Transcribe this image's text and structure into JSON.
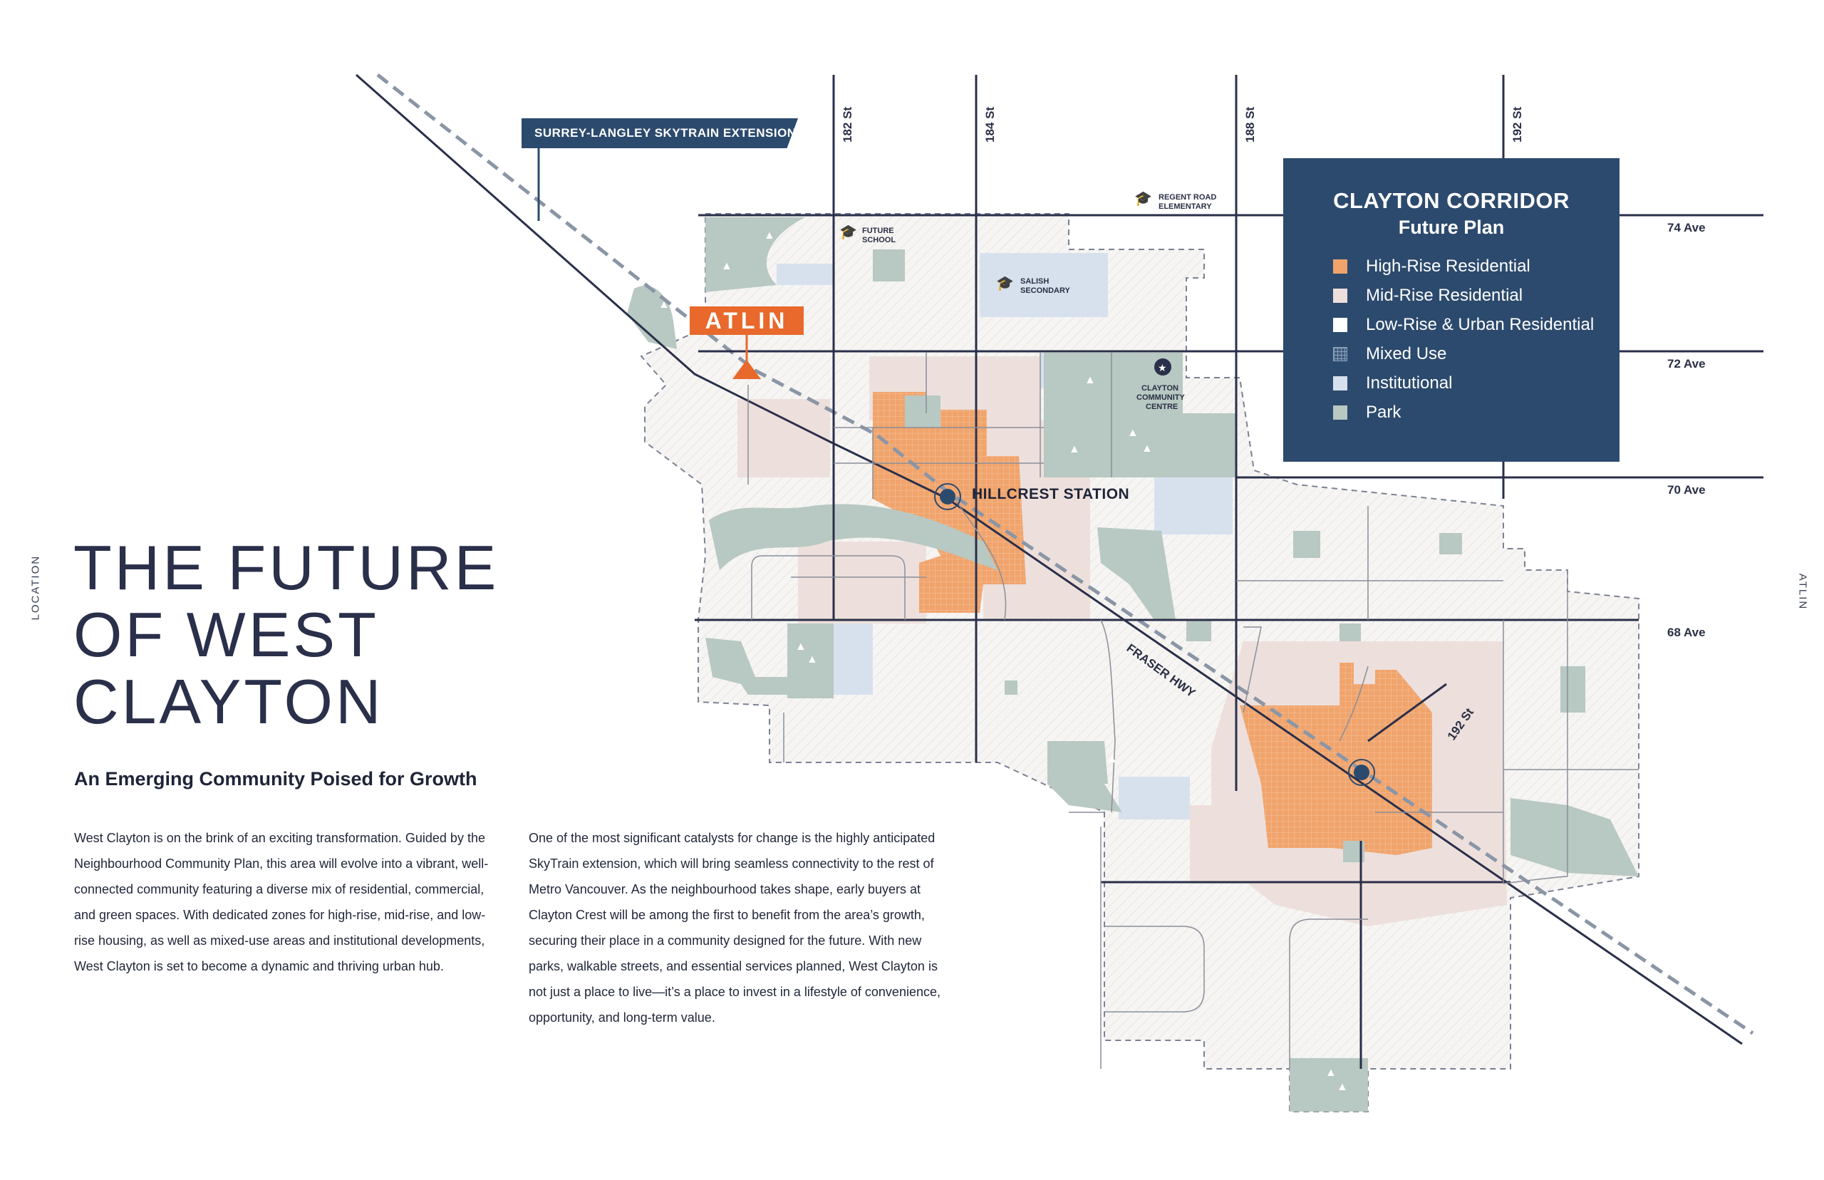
{
  "side_labels": {
    "left": "LOCATION",
    "right": "ATLIN"
  },
  "title": "THE FUTURE\nOF WEST\nCLAYTON",
  "subtitle": "An Emerging Community Poised for Growth",
  "paragraphs": [
    "West Clayton is on the brink of an exciting transformation. Guided by the Neighbourhood Community Plan, this area will evolve into a vibrant, well-connected community featuring a diverse mix of residential, commercial, and green spaces. With dedicated zones for high-rise, mid-rise, and low-rise housing, as well as mixed-use areas and institutional developments, West Clayton is set to become a dynamic and thriving urban hub.",
    "One of the most significant catalysts for change is the highly anticipated SkyTrain extension, which will bring seamless connectivity to the rest of Metro Vancouver. As the neighbourhood takes shape, early buyers at Clayton Crest will be among the first to benefit from the area’s growth, securing their place in a community designed for the future. With new parks, walkable streets, and essential services planned, West Clayton is not just a place to live—it’s a place to invest in a lifestyle of convenience, opportunity, and long-term value."
  ],
  "map": {
    "skytrain_label": "SURREY-LANGLEY SKYTRAIN EXTENSION",
    "atlin_label": "ATLIN",
    "station_label": "HILLCREST STATION",
    "streets": [
      "182 St",
      "184 St",
      "188 St",
      "192 St"
    ],
    "avenues": [
      "74 Ave",
      "72 Ave",
      "70 Ave",
      "68 Ave"
    ],
    "road_labels": {
      "highway": "FRASER HWY",
      "diagonal_street": "192 St"
    },
    "pois": {
      "future_school": [
        "FUTURE",
        "SCHOOL"
      ],
      "regent_road": [
        "REGENT ROAD",
        "ELEMENTARY"
      ],
      "salish": [
        "SALISH",
        "SECONDARY"
      ],
      "community_centre": [
        "CLAYTON",
        "COMMUNITY",
        "CENTRE"
      ]
    },
    "colors": {
      "high_rise": "#f0a46c",
      "mid_rise": "#ede0dc",
      "low_rise": "#f6f5f3",
      "institutional": "#d7e1ee",
      "park": "#b8c8c2",
      "road": "#2a2f4a",
      "navy": "#2c4a6d",
      "orange": "#e8692b"
    }
  },
  "legend": {
    "title": "CLAYTON CORRIDOR",
    "subtitle": "Future Plan",
    "items": [
      {
        "label": "High-Rise Residential",
        "color": "#f0a46c"
      },
      {
        "label": "Mid-Rise Residential",
        "color": "#ede0dc"
      },
      {
        "label": "Low-Rise & Urban Residential",
        "color": "#ffffff"
      },
      {
        "label": "Mixed Use",
        "color": "#3f5c7e"
      },
      {
        "label": "Institutional",
        "color": "#d7e1ee"
      },
      {
        "label": "Park",
        "color": "#b8c8c2"
      }
    ]
  }
}
